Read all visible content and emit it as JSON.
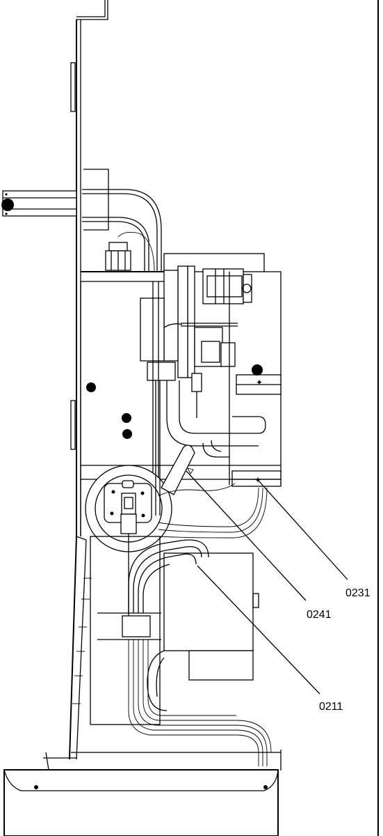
{
  "figure": {
    "callouts": [
      {
        "id": "0231",
        "label": "0231"
      },
      {
        "id": "0241",
        "label": "0241"
      },
      {
        "id": "0211",
        "label": "0211"
      }
    ]
  }
}
